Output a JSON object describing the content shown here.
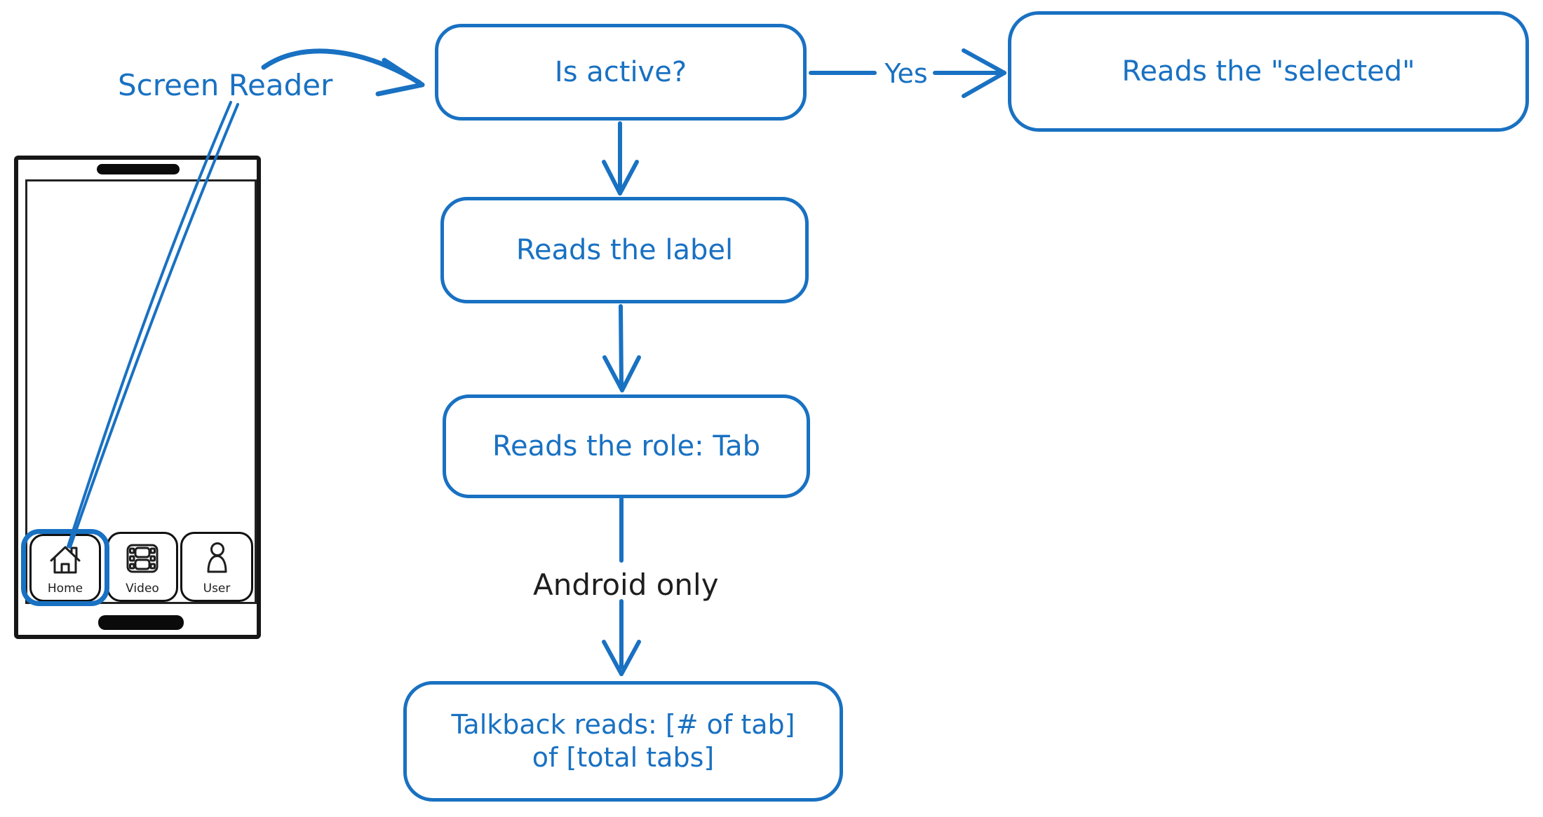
{
  "diagram": {
    "accent_color": "#1971c2",
    "ink_color": "#1e1e1e",
    "screen_reader_label": "Screen Reader",
    "nodes": {
      "is_active": "Is active?",
      "reads_selected": "Reads the \"selected\"",
      "reads_label": "Reads the label",
      "reads_role": "Reads the role: Tab",
      "talkback_line1": "Talkback reads: [# of tab]",
      "talkback_line2": "of [total tabs]"
    },
    "edges": {
      "yes_label": "Yes",
      "android_only_label": "Android only"
    }
  },
  "phone": {
    "tabs": [
      {
        "label": "Home",
        "icon": "home-icon",
        "selected": true
      },
      {
        "label": "Video",
        "icon": "video-icon",
        "selected": false
      },
      {
        "label": "User",
        "icon": "user-icon",
        "selected": false
      }
    ]
  }
}
